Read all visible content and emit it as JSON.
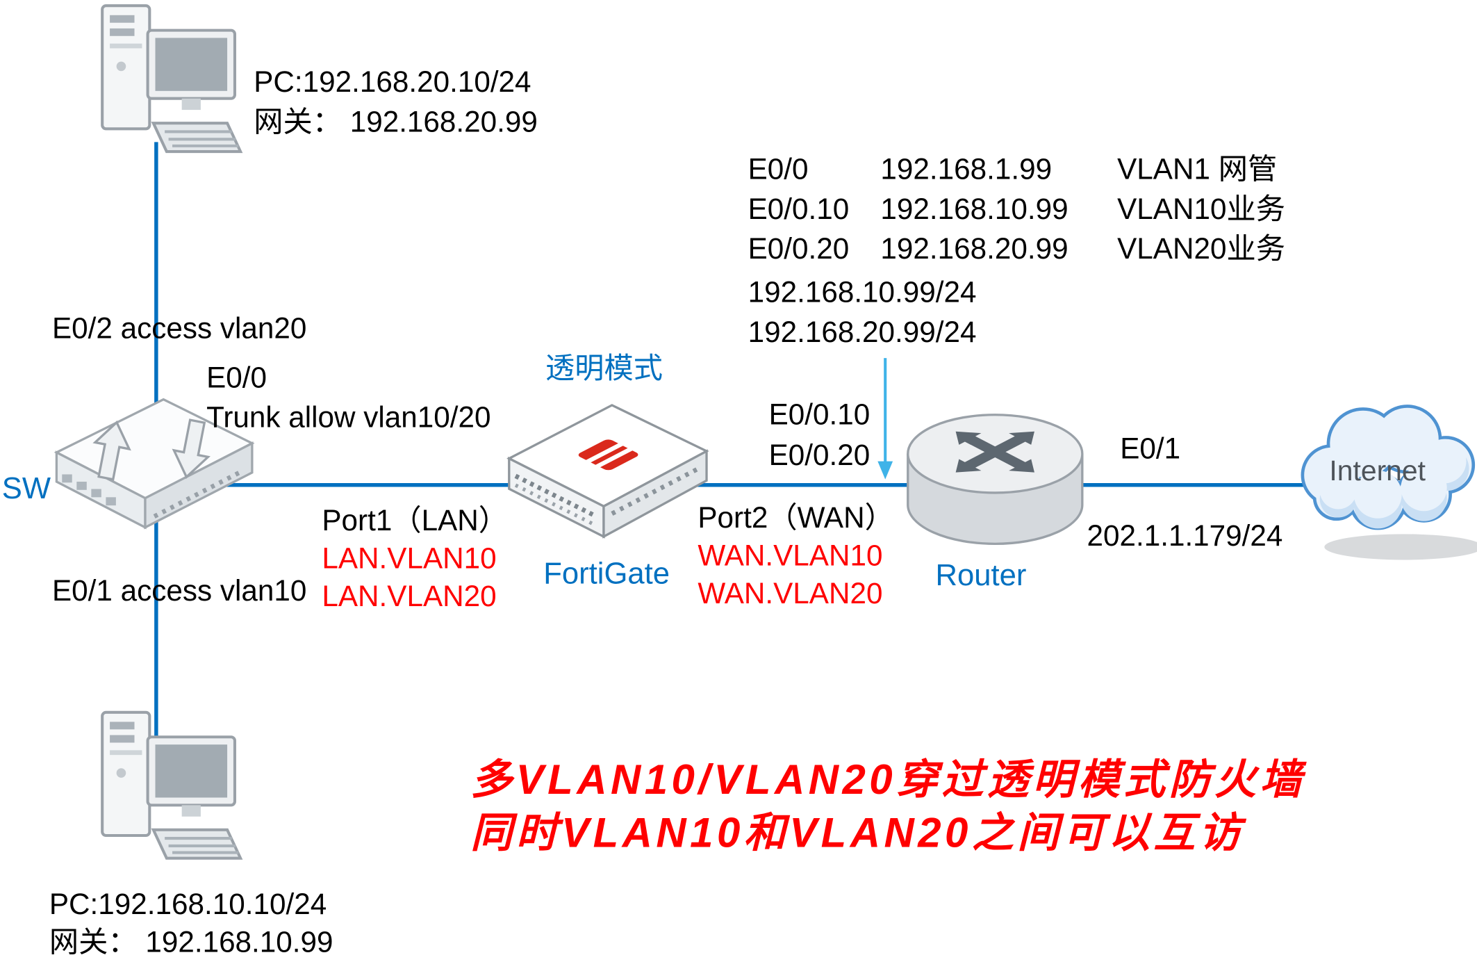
{
  "colors": {
    "line": "#0070C0",
    "blue": "#0070C0",
    "red": "#FF0000",
    "arrow": "#3FB3E8",
    "text": "#000000",
    "fortinet_red": "#DA291C"
  },
  "pc_top": {
    "ip": "PC:192.168.20.10/24",
    "gateway": "网关： 192.168.20.99"
  },
  "pc_bottom": {
    "ip": "PC:192.168.10.10/24",
    "gateway": "网关： 192.168.10.99"
  },
  "switch": {
    "name": "SW",
    "port_to_pc20": "E0/2 access vlan20",
    "port_to_pc10": "E0/1 access vlan10",
    "trunk_port": "E0/0",
    "trunk_desc": "Trunk allow vlan10/20"
  },
  "firewall": {
    "mode": "透明模式",
    "name": "FortiGate",
    "lan_port": "Port1（LAN）",
    "lan_vlan10": "LAN.VLAN10",
    "lan_vlan20": "LAN.VLAN20",
    "wan_port": "Port2（WAN）",
    "wan_vlan10": "WAN.VLAN10",
    "wan_vlan20": "WAN.VLAN20"
  },
  "router": {
    "name": "Router",
    "interfaces": [
      {
        "port": "E0/0",
        "ip": "192.168.1.99",
        "desc": "VLAN1 网管"
      },
      {
        "port": "E0/0.10",
        "ip": "192.168.10.99",
        "desc": "VLAN10业务"
      },
      {
        "port": "E0/0.20",
        "ip": "192.168.20.99",
        "desc": "VLAN20业务"
      }
    ],
    "gateway_ip1": "192.168.10.99/24",
    "gateway_ip2": "192.168.20.99/24",
    "subif_10": "E0/0.10",
    "subif_20": "E0/0.20",
    "wan_port": "E0/1",
    "wan_ip": "202.1.1.179/24"
  },
  "internet": {
    "label": "Internet"
  },
  "caption": {
    "line1": "多VLAN10/VLAN20穿过透明模式防火墙",
    "line2": "同时VLAN10和VLAN20之间可以互访"
  }
}
